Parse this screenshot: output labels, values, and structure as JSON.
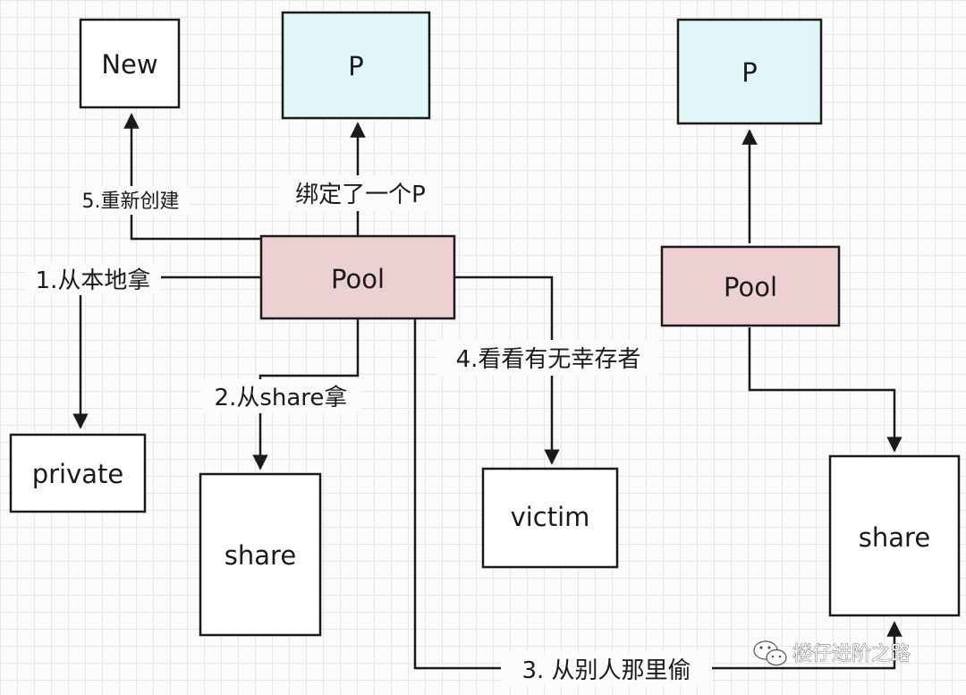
{
  "colors": {
    "p_fill": "#e0f6f8",
    "pool_fill": "#ecd0d2",
    "plain_fill": "#ffffff",
    "stroke": "#1a1a1a",
    "grid": "#e6e6e6"
  },
  "nodes": {
    "new": "New",
    "p_left": "P",
    "p_right": "P",
    "pool_left": "Pool",
    "pool_right": "Pool",
    "private": "private",
    "share_left": "share",
    "victim": "victim",
    "share_right": "share"
  },
  "edges": {
    "step1": "1.从本地拿",
    "step2": "2.从share拿",
    "step3": "3. 从别人那里偷",
    "step4": "4.看看有无幸存者",
    "step5": "5.重新创建",
    "bind_p": "绑定了一个P"
  },
  "watermark": {
    "text": "楼仔进阶之路",
    "icon": "wechat-icon"
  }
}
